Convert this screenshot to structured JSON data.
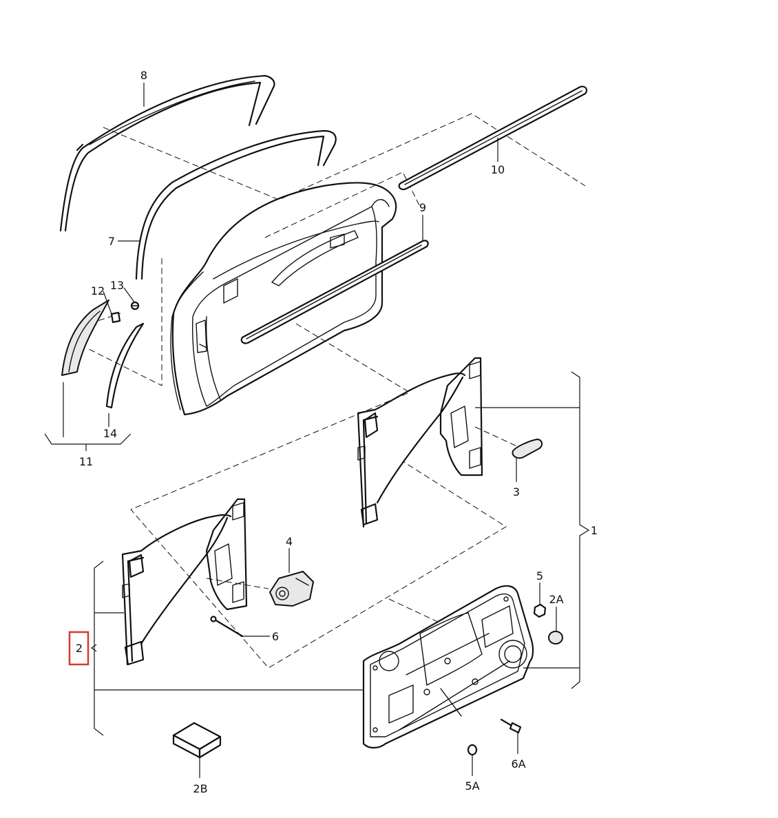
{
  "callouts": {
    "c1": "1",
    "c2": "2",
    "c2A": "2A",
    "c2B": "2B",
    "c3": "3",
    "c4": "4",
    "c5": "5",
    "c5A": "5A",
    "c6": "6",
    "c6A": "6A",
    "c7": "7",
    "c8": "8",
    "c9": "9",
    "c10": "10",
    "c11": "11",
    "c12": "12",
    "c13": "13",
    "c14": "14"
  },
  "colors": {
    "line": "#111111",
    "highlight": "#d7392b",
    "background": "#ffffff"
  },
  "highlighted_callout": "2"
}
